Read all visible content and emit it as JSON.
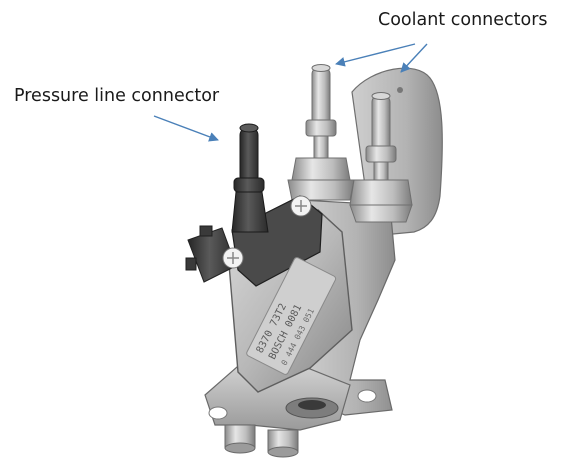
{
  "labels": {
    "coolant": "Coolant connectors",
    "pressure": "Pressure line connector"
  },
  "part_marking": {
    "line1": "8370 73T2",
    "line2": "BOSCH 0081",
    "line3": "0 444 043 051"
  },
  "colors": {
    "arrow": "#4a80b8",
    "metal_light": "#dadada",
    "metal_mid": "#a9a9a9",
    "metal_dark": "#6e6e6e",
    "plastic": "#3d3d3d",
    "background": "#ffffff"
  }
}
